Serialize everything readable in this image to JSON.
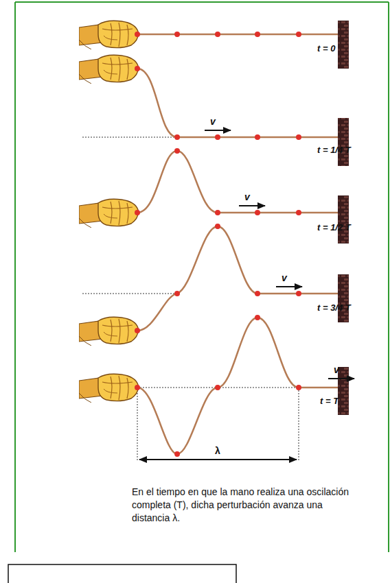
{
  "diagram": {
    "caption": "En el tiempo en que la mano realiza una oscilación completa (T), dicha perturbación avanza una distancia λ.",
    "labels": [
      "t = 0",
      "v",
      "t = 1/4 T",
      "v",
      "t = 1/2 T",
      "v",
      "t = 3/4 T",
      "v",
      "t = T",
      "λ"
    ]
  }
}
